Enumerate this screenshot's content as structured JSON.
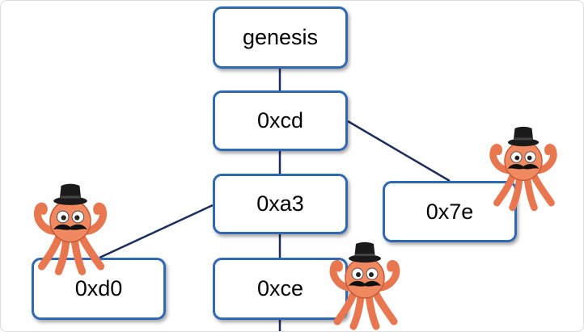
{
  "nodes": {
    "genesis": "genesis",
    "0xcd": "0xcd",
    "0xa3": "0xa3",
    "0x7e": "0x7e",
    "0xd0": "0xd0",
    "0xce": "0xce"
  },
  "edges": [
    [
      "genesis",
      "0xcd"
    ],
    [
      "0xcd",
      "0xa3"
    ],
    [
      "0xcd",
      "0x7e"
    ],
    [
      "0xa3",
      "0xd0"
    ],
    [
      "0xa3",
      "0xce"
    ]
  ],
  "mascots": [
    {
      "icon": "octopus-mascot-icon",
      "near": "0x7e"
    },
    {
      "icon": "octopus-mascot-icon",
      "near": "0xd0"
    },
    {
      "icon": "octopus-mascot-icon",
      "near": "0xce"
    }
  ],
  "colors": {
    "node_border": "#2f69b5",
    "edge": "#1c2d5e",
    "octopus": "#f08860",
    "hat": "#1a1a1a"
  }
}
